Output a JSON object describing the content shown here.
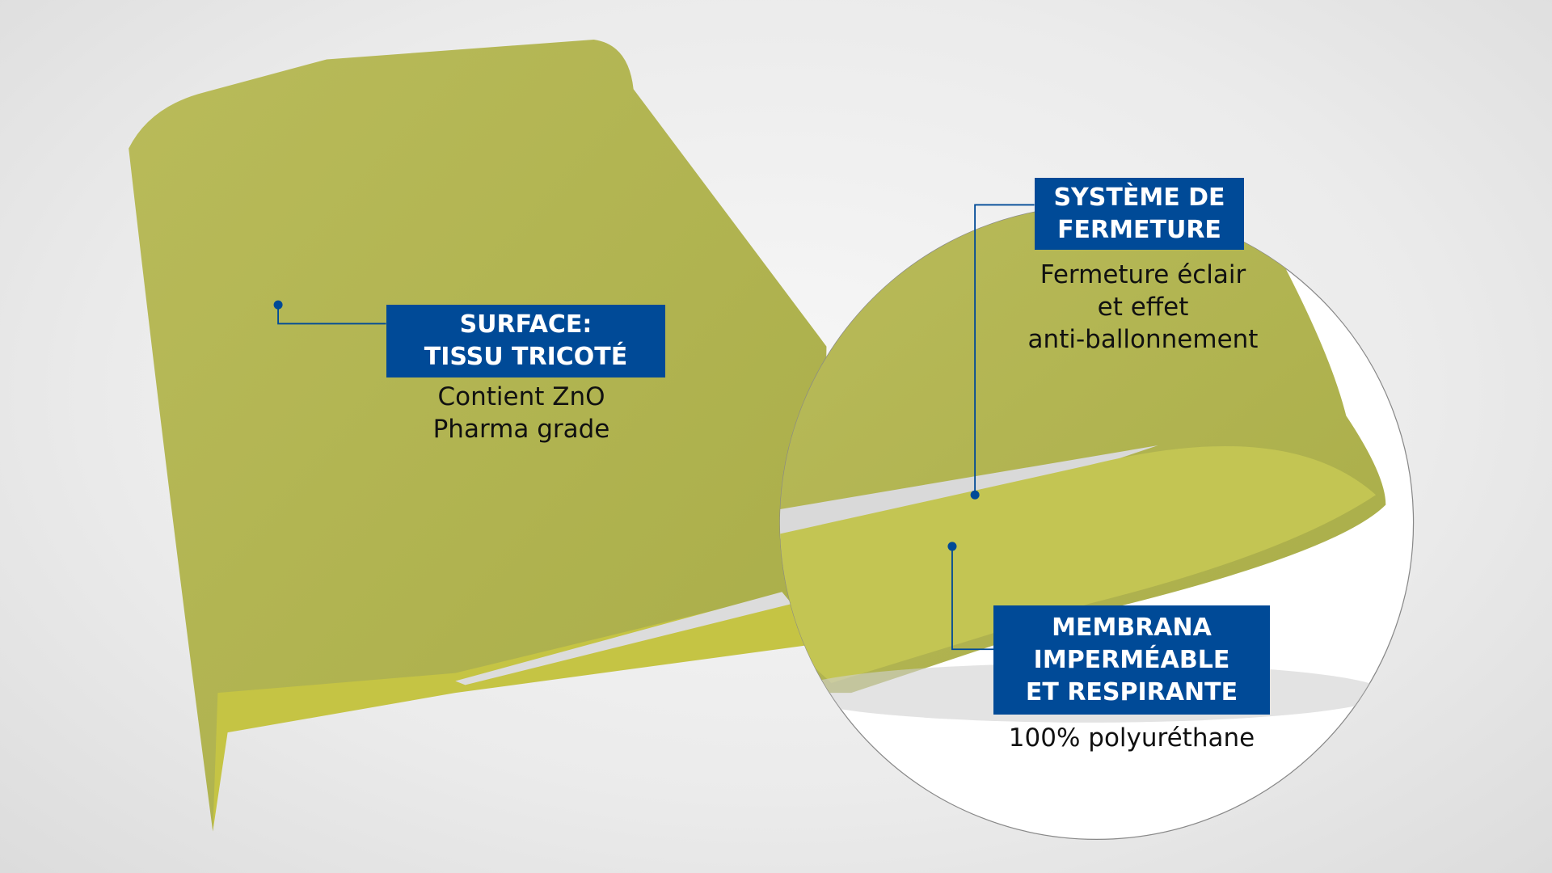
{
  "colors": {
    "fabric": "#b6b957",
    "label_bg": "#004a97",
    "label_text": "#ffffff"
  },
  "labels": {
    "surface": {
      "title_lines": [
        "SURFACE:",
        "TISSU TRICOTÉ"
      ],
      "desc_lines": [
        "Contient ZnO",
        "Pharma grade"
      ]
    },
    "closure": {
      "title_lines": [
        "SYSTÈME DE",
        "FERMETURE"
      ],
      "desc_lines": [
        "Fermeture éclair",
        "et effet",
        "anti-ballonnement"
      ]
    },
    "membrane": {
      "title_lines": [
        "MEMBRANA",
        "IMPERMÉABLE",
        "ET RESPIRANTE"
      ],
      "desc_lines": [
        "100% polyuréthane"
      ]
    }
  }
}
